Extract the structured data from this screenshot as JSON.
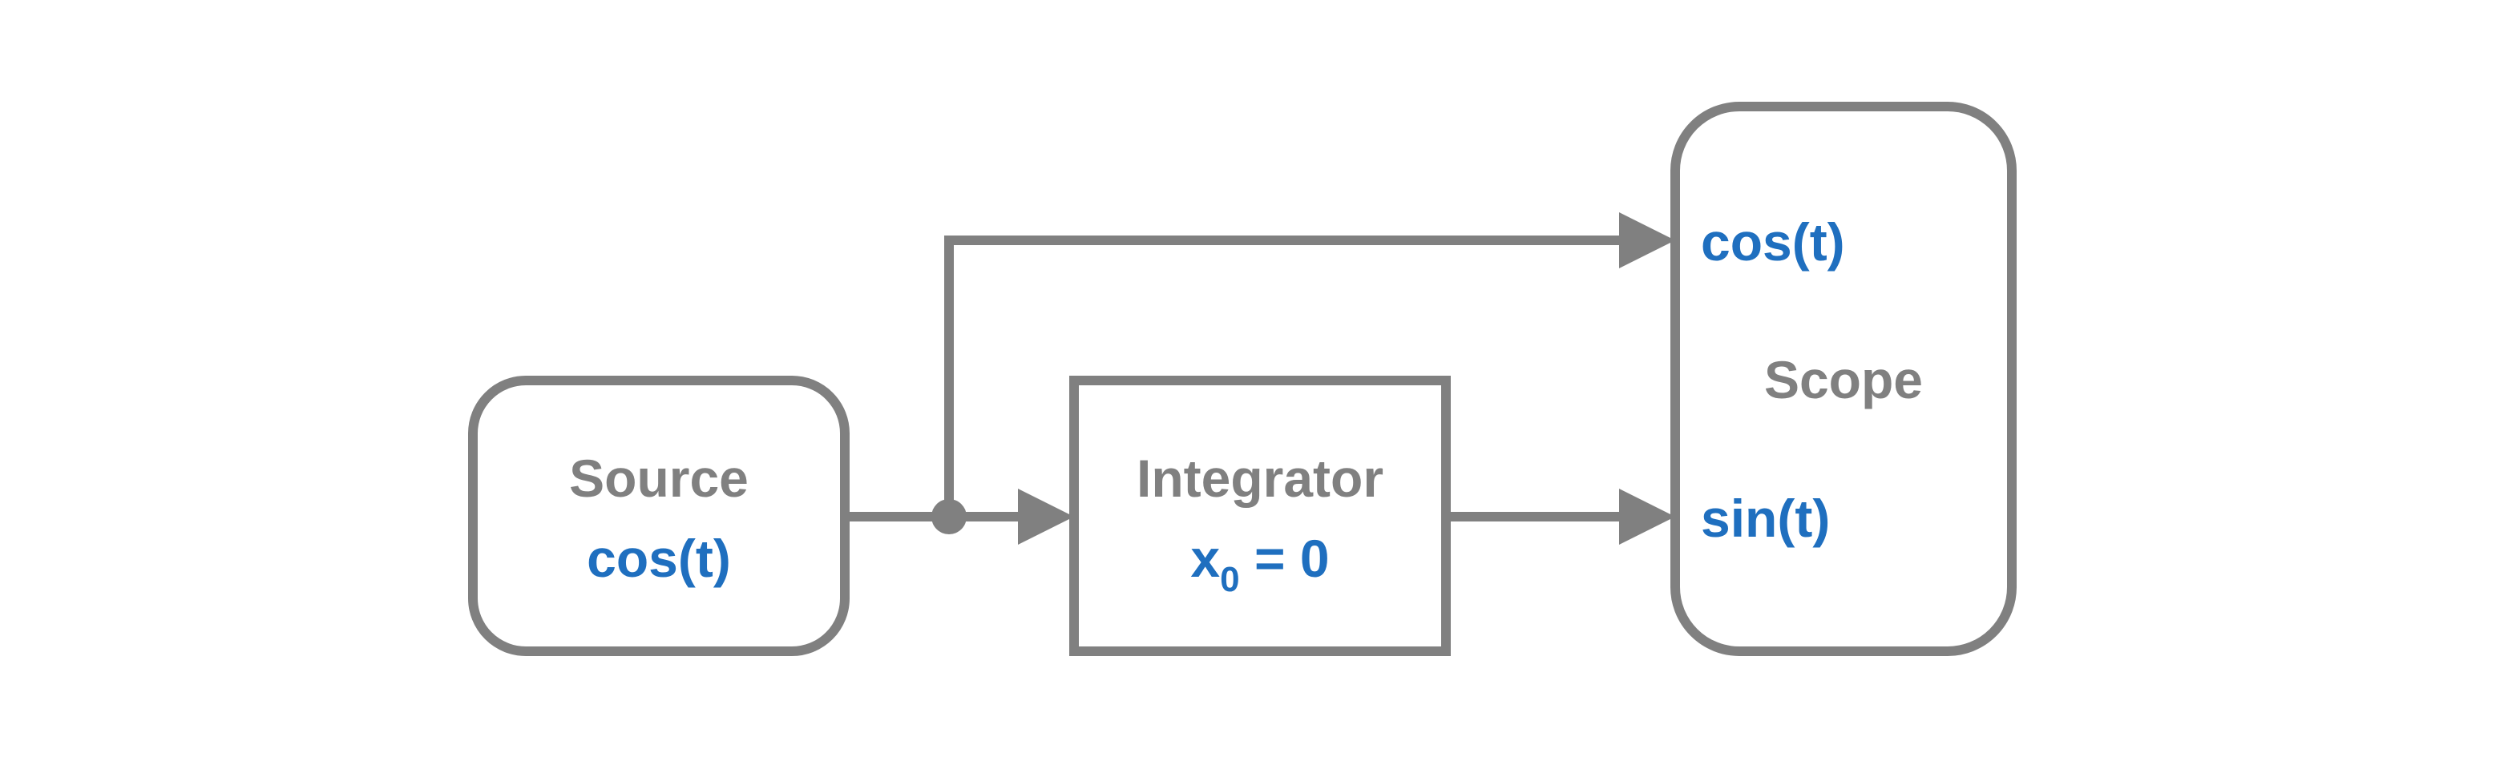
{
  "blocks": {
    "source": {
      "title": "Source",
      "expression": "cos(t)"
    },
    "integrator": {
      "title": "Integrator",
      "initial_var": "x",
      "initial_sub": "0",
      "initial_rest": " = 0"
    },
    "scope": {
      "title": "Scope",
      "input_top": "cos(t)",
      "input_bottom": "sin(t)"
    }
  },
  "colors": {
    "stroke": "#808080",
    "label": "#808080",
    "signal": "#1f6fbf"
  }
}
